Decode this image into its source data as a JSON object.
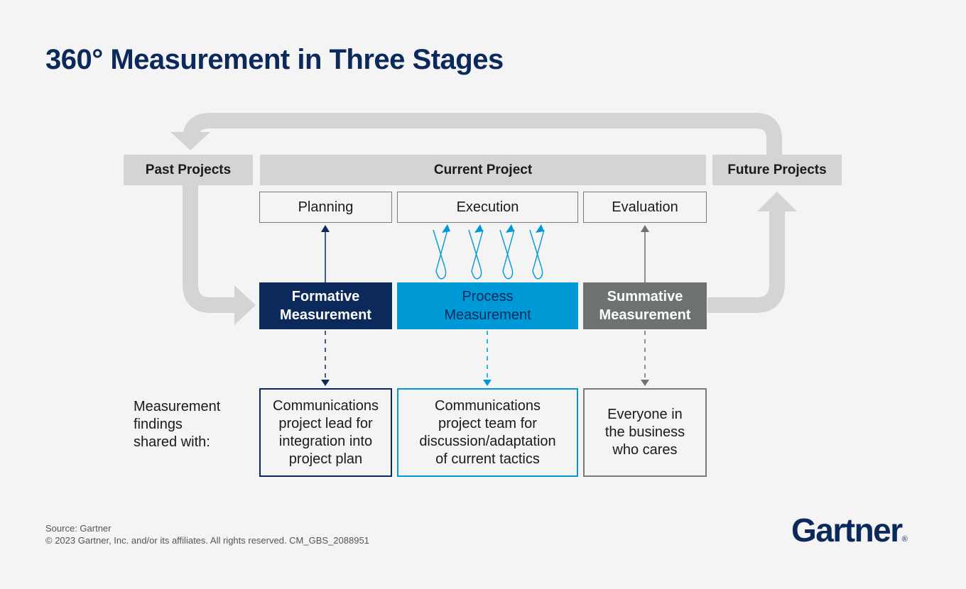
{
  "title": "360° Measurement in Three Stages",
  "headers": {
    "past": "Past Projects",
    "current": "Current Project",
    "future": "Future Projects"
  },
  "phases": {
    "planning": "Planning",
    "execution": "Execution",
    "evaluation": "Evaluation"
  },
  "stages": {
    "formative": {
      "line1": "Formative",
      "line2": "Measurement",
      "color": "#0b2a5b"
    },
    "process": {
      "line1": "Process",
      "line2": "Measurement",
      "color": "#0099d8"
    },
    "summative": {
      "line1": "Summative",
      "line2": "Measurement",
      "color": "#6d7273"
    }
  },
  "shared_label": {
    "line1": "Measurement",
    "line2": "findings",
    "line3": "shared with:"
  },
  "findings": {
    "formative": {
      "line1": "Communications",
      "line2": "project lead for",
      "line3": "integration into",
      "line4": "project plan"
    },
    "process": {
      "line1": "Communications",
      "line2": "project team for",
      "line3": "discussion/adaptation",
      "line4": "of current tactics"
    },
    "summative": {
      "line1": "Everyone in",
      "line2": "the business",
      "line3": "who cares"
    }
  },
  "footer": {
    "source": "Source: Gartner",
    "copyright": "© 2023 Gartner, Inc. and/or its affiliates. All rights reserved. CM_GBS_2088951"
  },
  "logo": {
    "text": "Gartner",
    "mark": "®"
  }
}
